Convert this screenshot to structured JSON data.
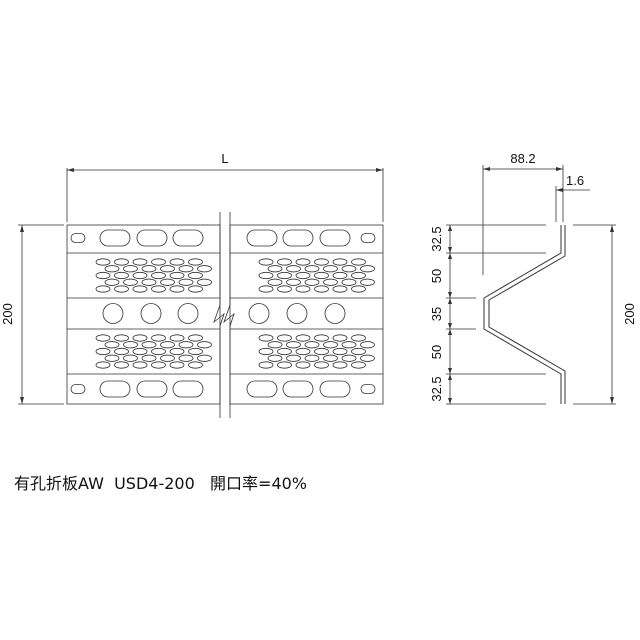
{
  "front_view": {
    "length_label": "L",
    "height_label": "200"
  },
  "side_view": {
    "width_label": "88.2",
    "thickness_label": "1.6",
    "height_label": "200",
    "segments": [
      "32.5",
      "50",
      "35",
      "50",
      "32.5"
    ]
  },
  "caption": {
    "product": "有孔折板AW",
    "model": "USD4-200",
    "open_ratio": "開口率=40%"
  }
}
